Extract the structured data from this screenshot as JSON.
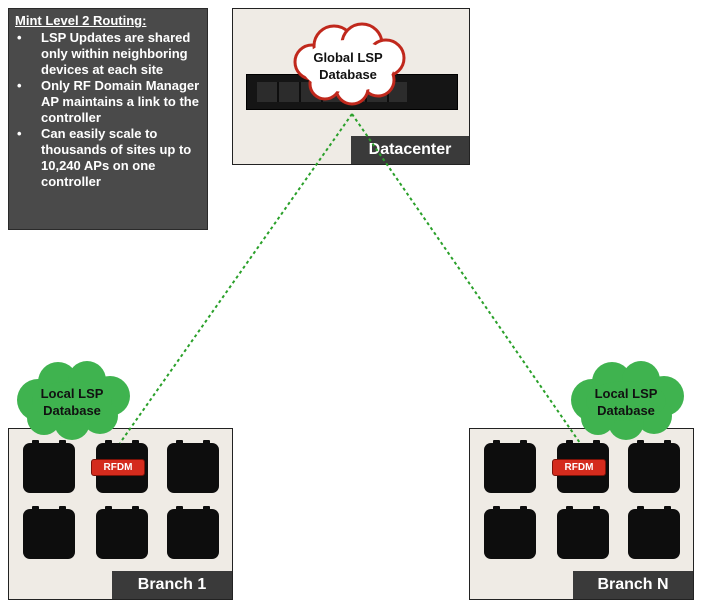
{
  "notes": {
    "title": "Mint Level 2 Routing:",
    "bullets": [
      "LSP Updates are shared only within neighboring devices at each site",
      "Only RF Domain Manager AP maintains a link to the controller",
      "Can easily scale to thousands of sites up to 10,240 APs on one controller"
    ]
  },
  "datacenter": {
    "label": "Datacenter",
    "cloud_line1": "Global LSP",
    "cloud_line2": "Database"
  },
  "branch1": {
    "label": "Branch 1",
    "cloud_line1": "Local LSP",
    "cloud_line2": "Database",
    "rfdm": "RFDM"
  },
  "branchN": {
    "label": "Branch N",
    "cloud_line1": "Local LSP",
    "cloud_line2": "Database",
    "rfdm": "RFDM"
  },
  "colors": {
    "link": "#2aa02a",
    "local_cloud": "#3fb34f",
    "global_cloud_border": "#c0281c",
    "rfdm": "#d42b1d"
  }
}
